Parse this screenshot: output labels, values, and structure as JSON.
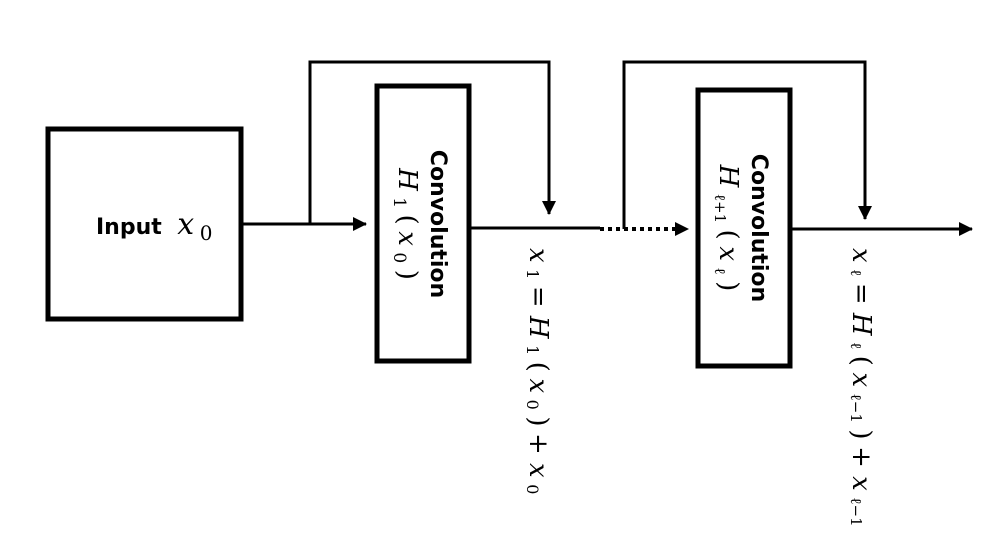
{
  "input_block": {
    "label": "Input",
    "var": "x",
    "sub": "0"
  },
  "block_1": {
    "title": "Convolution",
    "fn": "H",
    "fn_sub": "1",
    "arg_var": "x",
    "arg_sub": "0"
  },
  "block_2": {
    "title": "Convolution",
    "fn": "H",
    "fn_sub": "ℓ+1",
    "arg_var": "x",
    "arg_sub": "ℓ"
  },
  "output_1": {
    "lhs_var": "x",
    "lhs_sub": "1",
    "eq": " = ",
    "fn": "H",
    "fn_sub": "1",
    "open": "(",
    "arg_var": "x",
    "arg_sub": "0",
    "close": ")",
    "plus": " + ",
    "res_var": "x",
    "res_sub": "0"
  },
  "output_2": {
    "lhs_var": "x",
    "lhs_sub": "ℓ",
    "eq": " = ",
    "fn": "H",
    "fn_sub": "ℓ",
    "open": "(",
    "arg_var": "x",
    "arg_sub": "ℓ−1",
    "close": ")",
    "plus": " + ",
    "res_var": "x",
    "res_sub": "ℓ−1"
  }
}
